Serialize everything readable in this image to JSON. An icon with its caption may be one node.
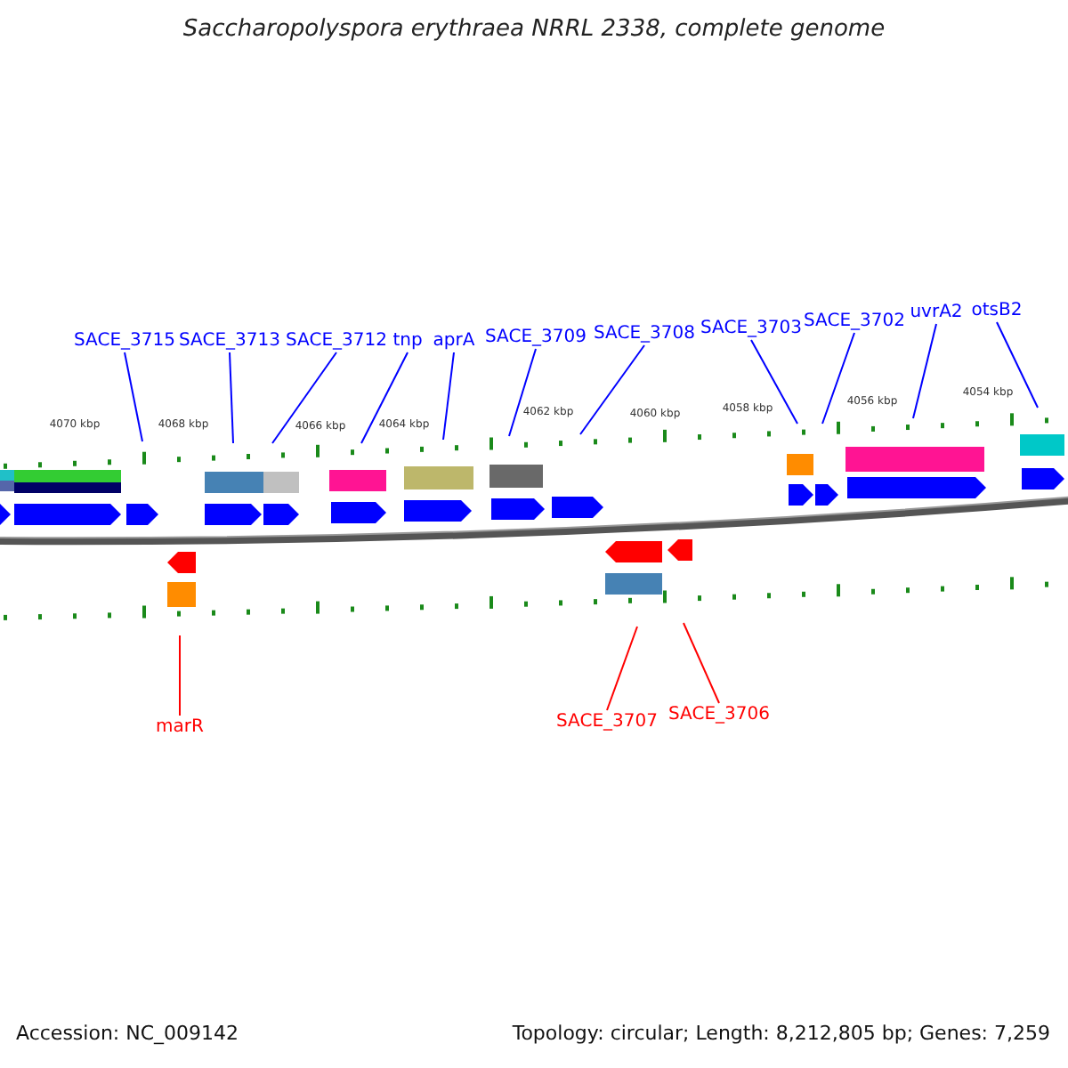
{
  "diagram": {
    "title": "Saccharopolyspora erythraea NRRL 2338, complete genome",
    "nodes": [
      {
        "text": [
          "SACE_3715"
        ]
      },
      {
        "text": [
          "SACE_3713"
        ]
      },
      {
        "text": [
          "SACE_3712"
        ]
      },
      {
        "text": [
          "tnp"
        ]
      },
      {
        "text": [
          "aprA"
        ]
      },
      {
        "text": [
          "SACE_3709"
        ]
      },
      {
        "text": [
          "SACE_3708"
        ]
      },
      {
        "text": [
          "SACE_3703"
        ]
      },
      {
        "text": [
          "SACE_3702"
        ]
      },
      {
        "text": [
          "uvrA2"
        ]
      },
      {
        "text": [
          "otsB2"
        ]
      },
      {
        "text": [
          "marR"
        ]
      },
      {
        "text": [
          "SACE_3707"
        ]
      },
      {
        "text": [
          "SACE_3706"
        ]
      }
    ],
    "edges": [
      {
        "from": 0,
        "to": null,
        "arrow": "none"
      },
      {
        "from": 1,
        "to": null,
        "arrow": "none"
      },
      {
        "from": 2,
        "to": null,
        "arrow": "none"
      },
      {
        "from": 3,
        "to": null,
        "arrow": "none"
      },
      {
        "from": 4,
        "to": null,
        "arrow": "none"
      },
      {
        "from": 5,
        "to": null,
        "arrow": "none"
      },
      {
        "from": 6,
        "to": null,
        "arrow": "none"
      },
      {
        "from": 7,
        "to": null,
        "arrow": "none"
      },
      {
        "from": 8,
        "to": null,
        "arrow": "none"
      },
      {
        "from": 9,
        "to": null,
        "arrow": "none"
      },
      {
        "from": 10,
        "to": null,
        "arrow": "none"
      },
      {
        "from": 11,
        "to": null,
        "arrow": "none",
        "color": "#ff0000"
      },
      {
        "from": 12,
        "to": null,
        "arrow": "none",
        "color": "#ff0000"
      },
      {
        "from": 13,
        "to": null,
        "arrow": "none",
        "color": "#ff0000"
      }
    ],
    "labels": [
      "4070 kbp",
      "4068 kbp",
      "4066 kbp",
      "4064 kbp",
      "4062 kbp",
      "4060 kbp",
      "4058 kbp",
      "4056 kbp",
      "4054 kbp",
      "Accession: NC_009142",
      "Topology: circular; Length: 8,212,805 bp; Genes: 7,259"
    ]
  }
}
